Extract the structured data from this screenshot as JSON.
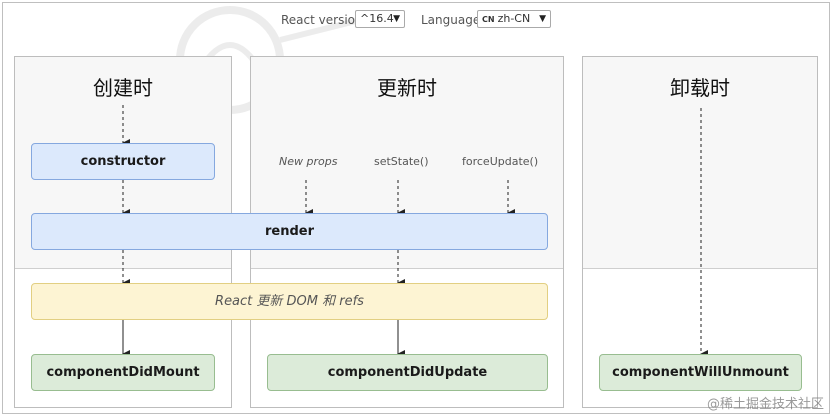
{
  "controls": {
    "react_version_label": "React version",
    "react_version_value": "^16.4",
    "language_label": "Language",
    "language_flag": "CN",
    "language_value": "zh-CN"
  },
  "columns": {
    "mounting": "创建时",
    "updating": "更新时",
    "unmounting": "卸载时"
  },
  "triggers": {
    "new_props": "New props",
    "set_state": "setState()",
    "force_update": "forceUpdate()"
  },
  "methods": {
    "constructor": "constructor",
    "render": "render",
    "dom_update": "React 更新 DOM 和 refs",
    "did_mount": "componentDidMount",
    "did_update": "componentDidUpdate",
    "will_unmount": "componentWillUnmount"
  },
  "watermark": "@稀土掘金技术社区",
  "colors": {
    "render_phase_box": "#dce9fc",
    "commit_phase_box": "#fdf4d3",
    "lifecycle_end_box": "#dcebd9"
  }
}
